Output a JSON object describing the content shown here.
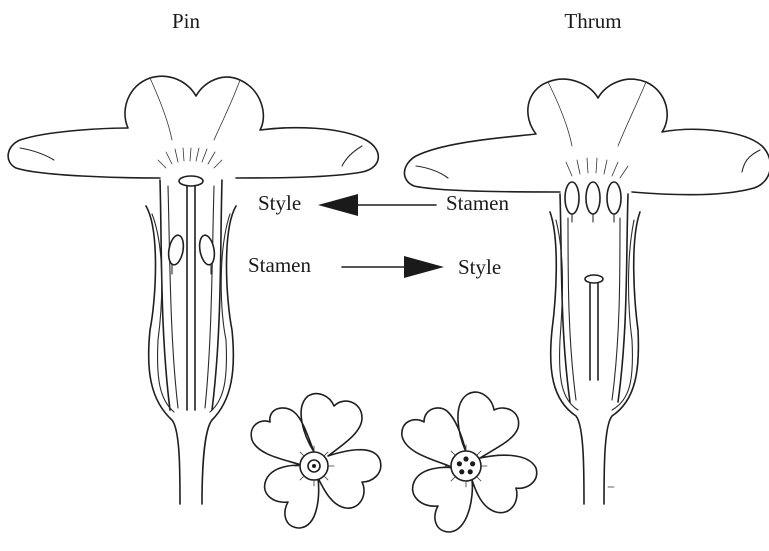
{
  "titles": {
    "left": "Pin",
    "right": "Thrum"
  },
  "arrows": {
    "top": {
      "from_label": "Stamen",
      "to_label": "Style"
    },
    "bottom": {
      "from_label": "Stamen",
      "to_label": "Style"
    }
  }
}
